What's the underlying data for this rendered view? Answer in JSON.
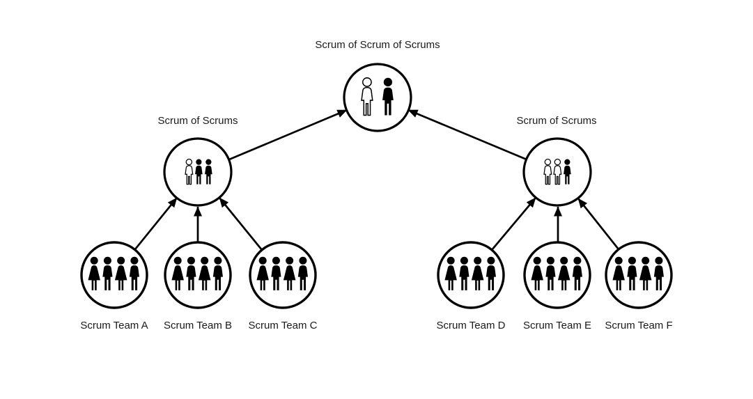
{
  "diagram": {
    "root": {
      "label": "Scrum of Scrum of Scrums",
      "icon": "two-people-icon"
    },
    "groups": [
      {
        "label": "Scrum of Scrums",
        "icon": "three-people-icon"
      },
      {
        "label": "Scrum of Scrums",
        "icon": "three-people-icon"
      }
    ],
    "teams": [
      {
        "label": "Scrum Team A",
        "icon": "four-people-icon"
      },
      {
        "label": "Scrum Team B",
        "icon": "four-people-icon"
      },
      {
        "label": "Scrum Team C",
        "icon": "four-people-icon"
      },
      {
        "label": "Scrum Team D",
        "icon": "four-people-icon"
      },
      {
        "label": "Scrum Team E",
        "icon": "four-people-icon"
      },
      {
        "label": "Scrum Team F",
        "icon": "four-people-icon"
      }
    ],
    "colors": {
      "stroke": "#000000",
      "background": "#ffffff",
      "text": "#1a1a1a"
    }
  }
}
